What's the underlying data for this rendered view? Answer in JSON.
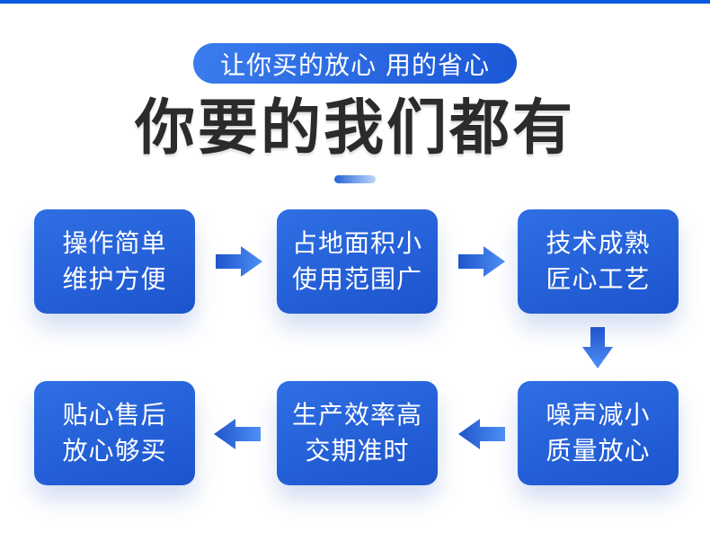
{
  "header": {
    "badge": "让你买的放心 用的省心",
    "title": "你要的我们都有"
  },
  "flow": {
    "boxes": [
      {
        "lines": [
          "操作简单",
          "维护方便"
        ]
      },
      {
        "lines": [
          "占地面积小",
          "使用范围广"
        ]
      },
      {
        "lines": [
          "技术成熟",
          "匠心工艺"
        ]
      },
      {
        "lines": [
          "贴心售后",
          "放心够买"
        ]
      },
      {
        "lines": [
          "生产效率高",
          "交期准时"
        ]
      },
      {
        "lines": [
          "噪声减小",
          "质量放心"
        ]
      }
    ],
    "sequence": "操作简单→占地面积小→技术成熟↓噪声减小→生产效率高→贴心售后"
  },
  "colors": {
    "top_bar": "#0a58dc",
    "badge_gradient_start": "#3b7ced",
    "badge_gradient_end": "#1a57d6",
    "box_gradient_start": "#2f6fe4",
    "box_gradient_end": "#1c54cd",
    "arrow_dark": "#1f55cc",
    "arrow_light": "#4e8ff4",
    "title_text": "#2b2b2b",
    "underline_gradient_start": "#2563d8",
    "underline_gradient_end": "#bed7fb"
  }
}
